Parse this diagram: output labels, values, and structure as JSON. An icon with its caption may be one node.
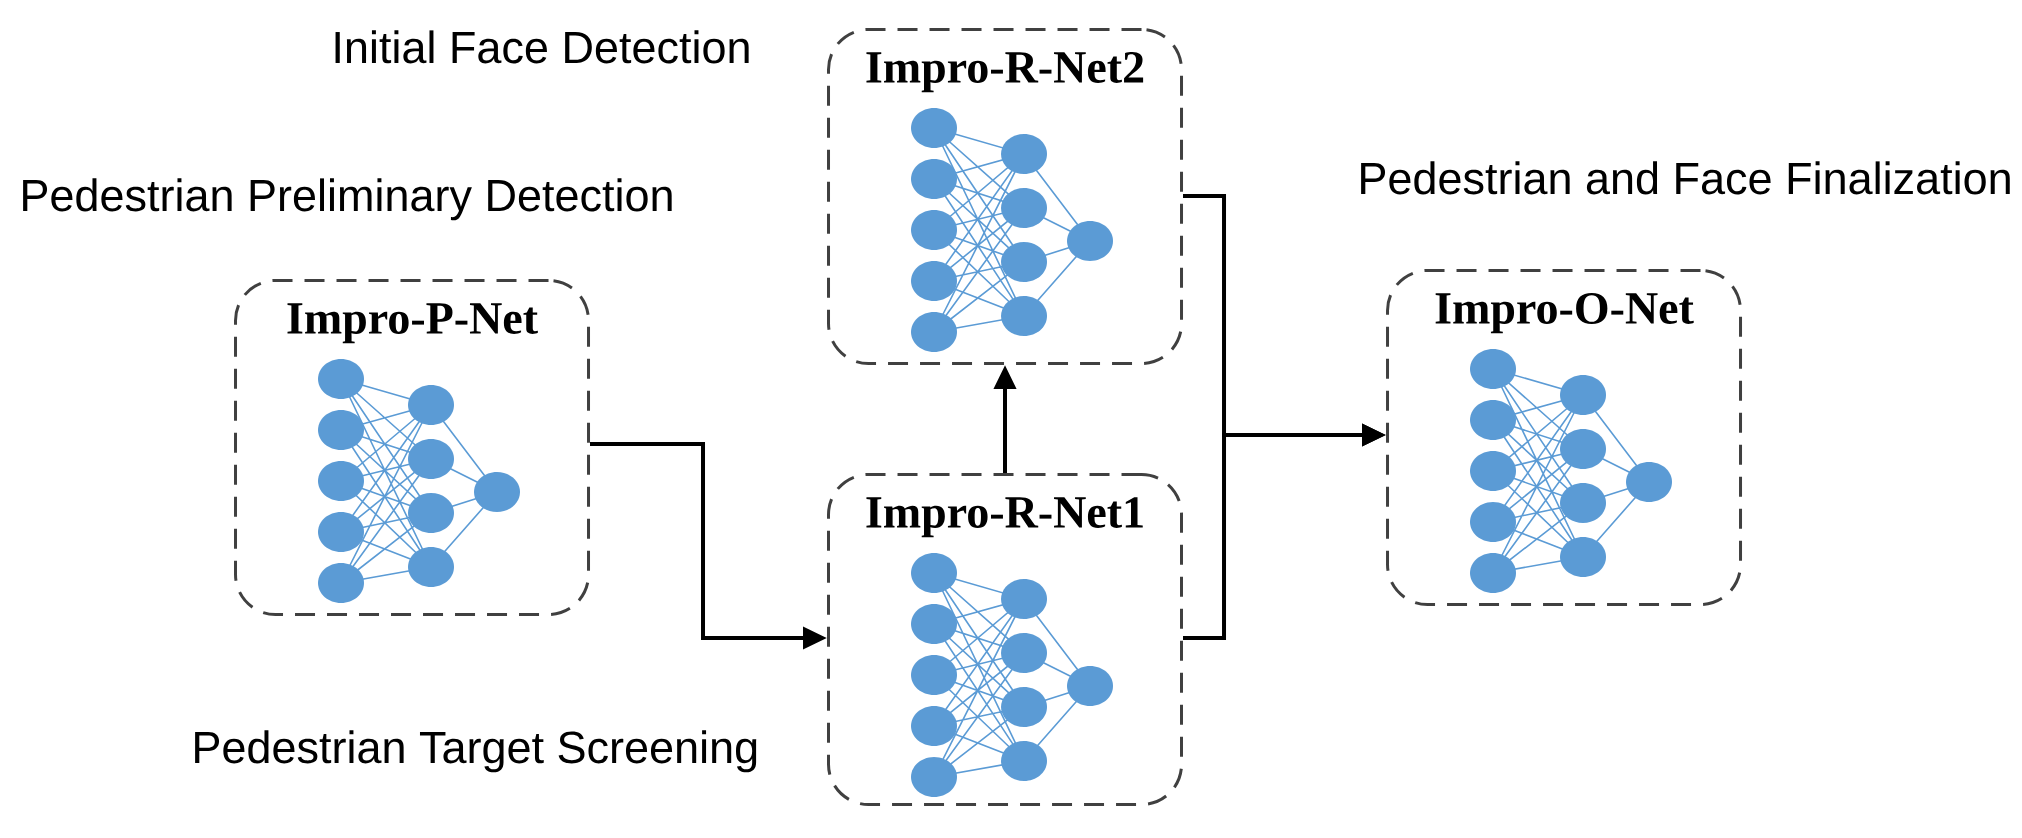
{
  "diagram": {
    "nodes": [
      {
        "text": [
          "Impro-P-Net"
        ],
        "beside": [
          "Pedestrian Preliminary Detection"
        ]
      },
      {
        "text": [
          "Impro-R-Net2"
        ],
        "beside": [
          "Initial Face Detection"
        ]
      },
      {
        "text": [
          "Impro-R-Net1"
        ],
        "beside": [
          "Pedestrian Target Screening"
        ]
      },
      {
        "text": [
          "Impro-O-Net"
        ],
        "beside": [
          "Pedestrian and Face Finalization"
        ]
      }
    ],
    "edges": [
      {
        "from": 0,
        "to": 2,
        "arrow": "to"
      },
      {
        "from": 2,
        "to": 1,
        "arrow": "to"
      },
      {
        "from": 1,
        "to": 3,
        "arrow": "to"
      },
      {
        "from": 2,
        "to": 3,
        "arrow": "to"
      }
    ]
  }
}
